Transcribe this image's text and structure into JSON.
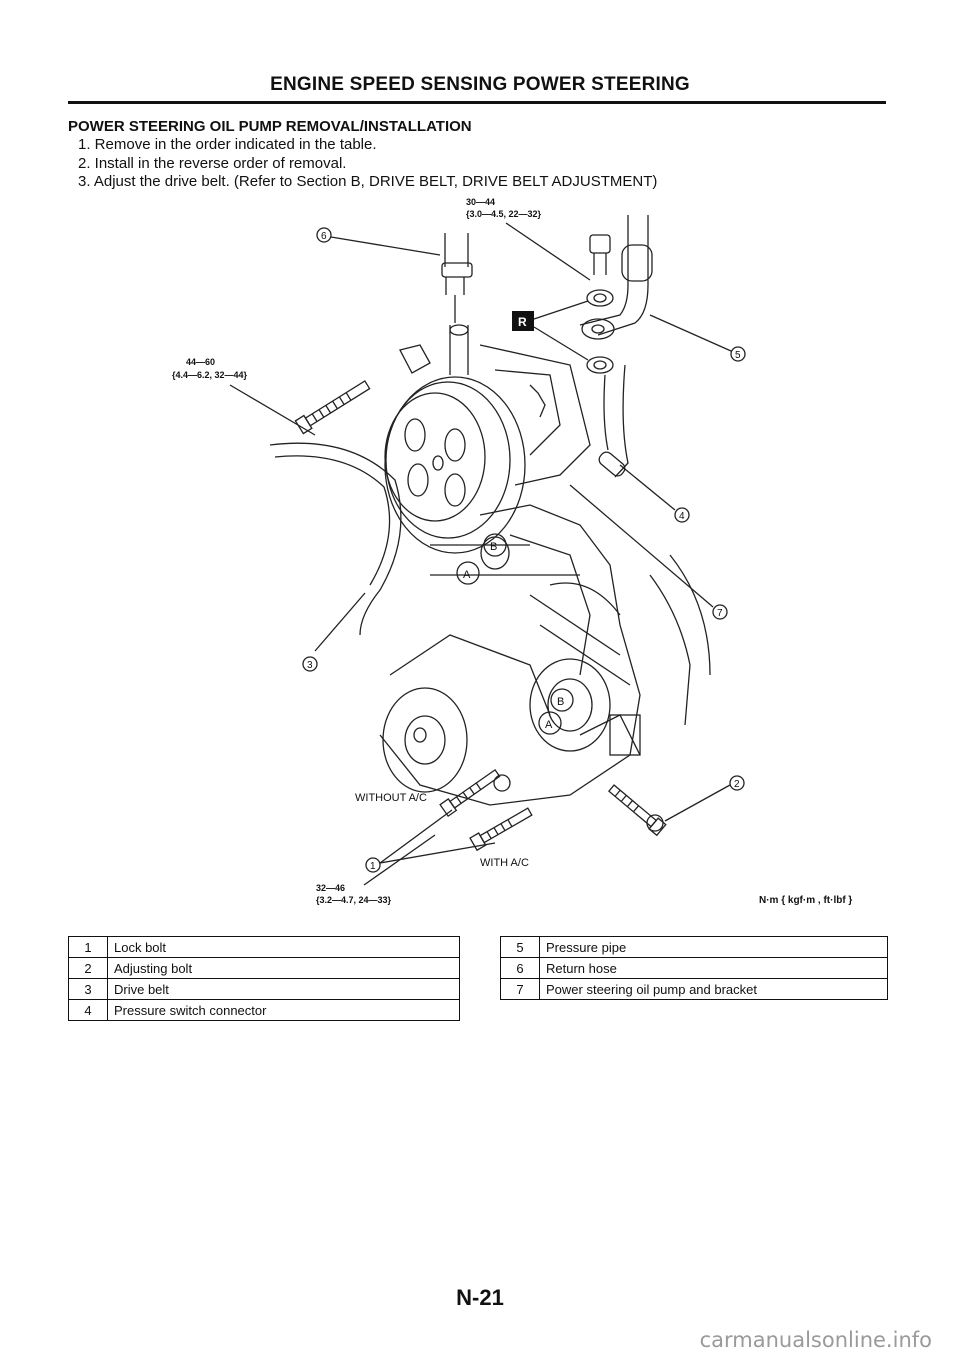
{
  "header": {
    "title": "ENGINE SPEED SENSING POWER STEERING"
  },
  "section": {
    "title": "POWER STEERING OIL PUMP REMOVAL/INSTALLATION",
    "steps": [
      "1. Remove in the order indicated in the table.",
      "2. Install in the reverse order of removal.",
      "3. Adjust the drive belt. (Refer to Section B, DRIVE BELT, DRIVE BELT ADJUSTMENT)"
    ]
  },
  "diagram": {
    "torque_top_1": "30—44",
    "torque_top_2": "{3.0—4.5, 22—32}",
    "torque_left_1": "44—60",
    "torque_left_2": "{4.4—6.2, 32—44}",
    "torque_bottom_1": "32—46",
    "torque_bottom_2": "{3.2—4.7, 24—33}",
    "callouts": [
      "1",
      "2",
      "3",
      "4",
      "5",
      "6",
      "7"
    ],
    "label_R": "R",
    "label_A": "A",
    "label_B": "B",
    "without_ac": "WITHOUT A/C",
    "with_ac": "WITH A/C"
  },
  "units": "N·m { kgf·m , ft·lbf }",
  "parts_left": [
    {
      "num": "1",
      "name": "Lock bolt"
    },
    {
      "num": "2",
      "name": "Adjusting bolt"
    },
    {
      "num": "3",
      "name": "Drive belt"
    },
    {
      "num": "4",
      "name": "Pressure switch connector"
    }
  ],
  "parts_right": [
    {
      "num": "5",
      "name": "Pressure pipe"
    },
    {
      "num": "6",
      "name": "Return hose"
    },
    {
      "num": "7",
      "name": "Power steering oil pump and bracket"
    }
  ],
  "page_number": "N-21",
  "watermark": "carmanualsonline.info"
}
